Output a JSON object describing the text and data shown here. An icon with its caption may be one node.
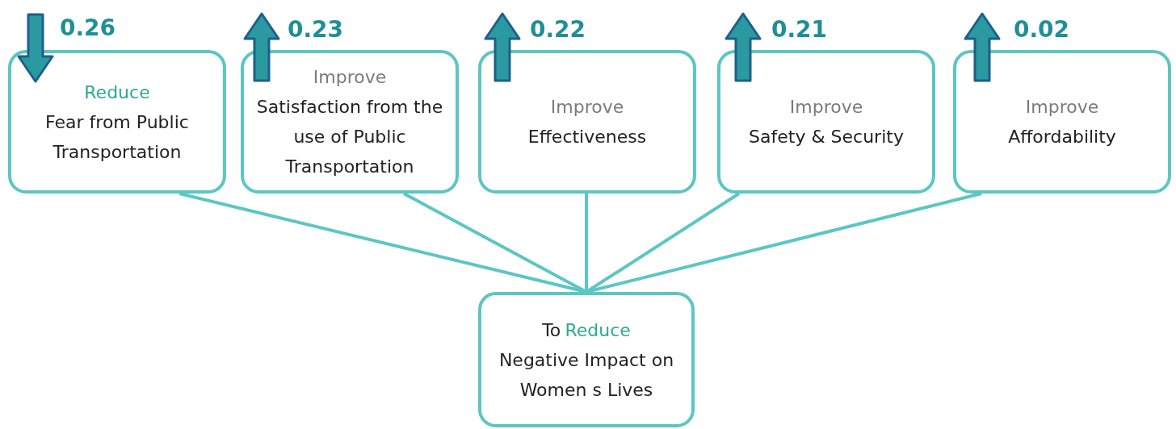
{
  "diagram": {
    "nodes": [
      {
        "text": [
          "Reduce",
          "Fear from Public Transportation"
        ],
        "beside": [
          "0.26"
        ]
      },
      {
        "text": [
          "Improve",
          "Satisfaction from the use of Public Transportation"
        ],
        "beside": [
          "0.23"
        ]
      },
      {
        "text": [
          "Improve",
          "Effectiveness"
        ],
        "beside": [
          "0.22"
        ]
      },
      {
        "text": [
          "Improve",
          "Safety & Security"
        ],
        "beside": [
          "0.21"
        ]
      },
      {
        "text": [
          "Improve",
          "Affordability"
        ],
        "beside": [
          "0.02"
        ]
      },
      {
        "text": [
          "To",
          "Reduce",
          "Negative Impact on Women s Lives"
        ]
      }
    ],
    "edges": [
      {
        "from": 0,
        "to": 5,
        "arrow": "none"
      },
      {
        "from": 1,
        "to": 5,
        "arrow": "none"
      },
      {
        "from": 2,
        "to": 5,
        "arrow": "none"
      },
      {
        "from": 3,
        "to": 5,
        "arrow": "none"
      },
      {
        "from": 4,
        "to": 5,
        "arrow": "none"
      }
    ]
  }
}
